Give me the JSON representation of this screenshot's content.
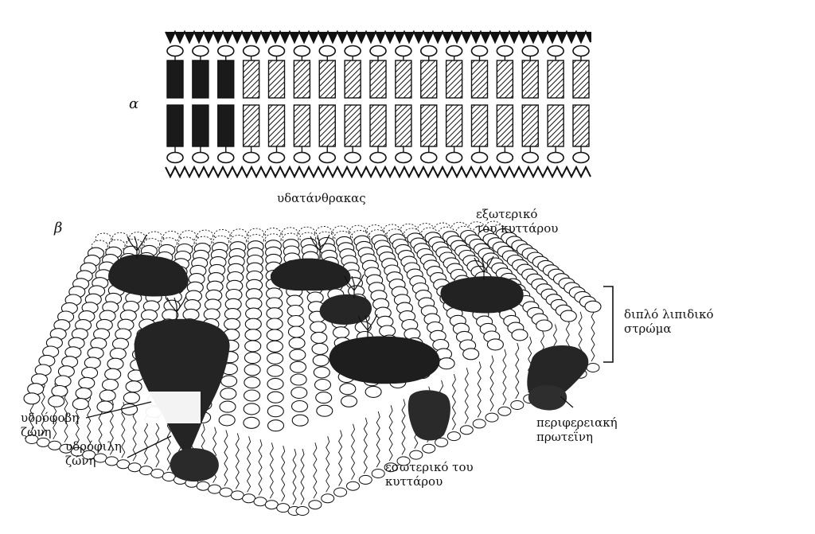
{
  "panels": {
    "a": {
      "letter": "α"
    },
    "b": {
      "letter": "β"
    }
  },
  "labels": {
    "carbohydrate": "υδατάνθρακας",
    "cell_exterior": [
      "εξωτερικό",
      "του κυττάρου"
    ],
    "lipid_bilayer": [
      "διπλό λιπιδικό",
      "στρώμα"
    ],
    "hydrophobic_zone": [
      "υδρόφοβη",
      "ζώνη"
    ],
    "hydrophilic_zone": [
      "υδρόφιλη",
      "ζώνη"
    ],
    "peripheral_protein": [
      "περιφερειακή",
      "πρωτεΐνη"
    ],
    "cell_interior": [
      "εσωτερικό του",
      "κυττάρου"
    ]
  },
  "colors": {
    "ink": "#111111",
    "protein": "#2a2a2a",
    "paper": "#ffffff"
  }
}
